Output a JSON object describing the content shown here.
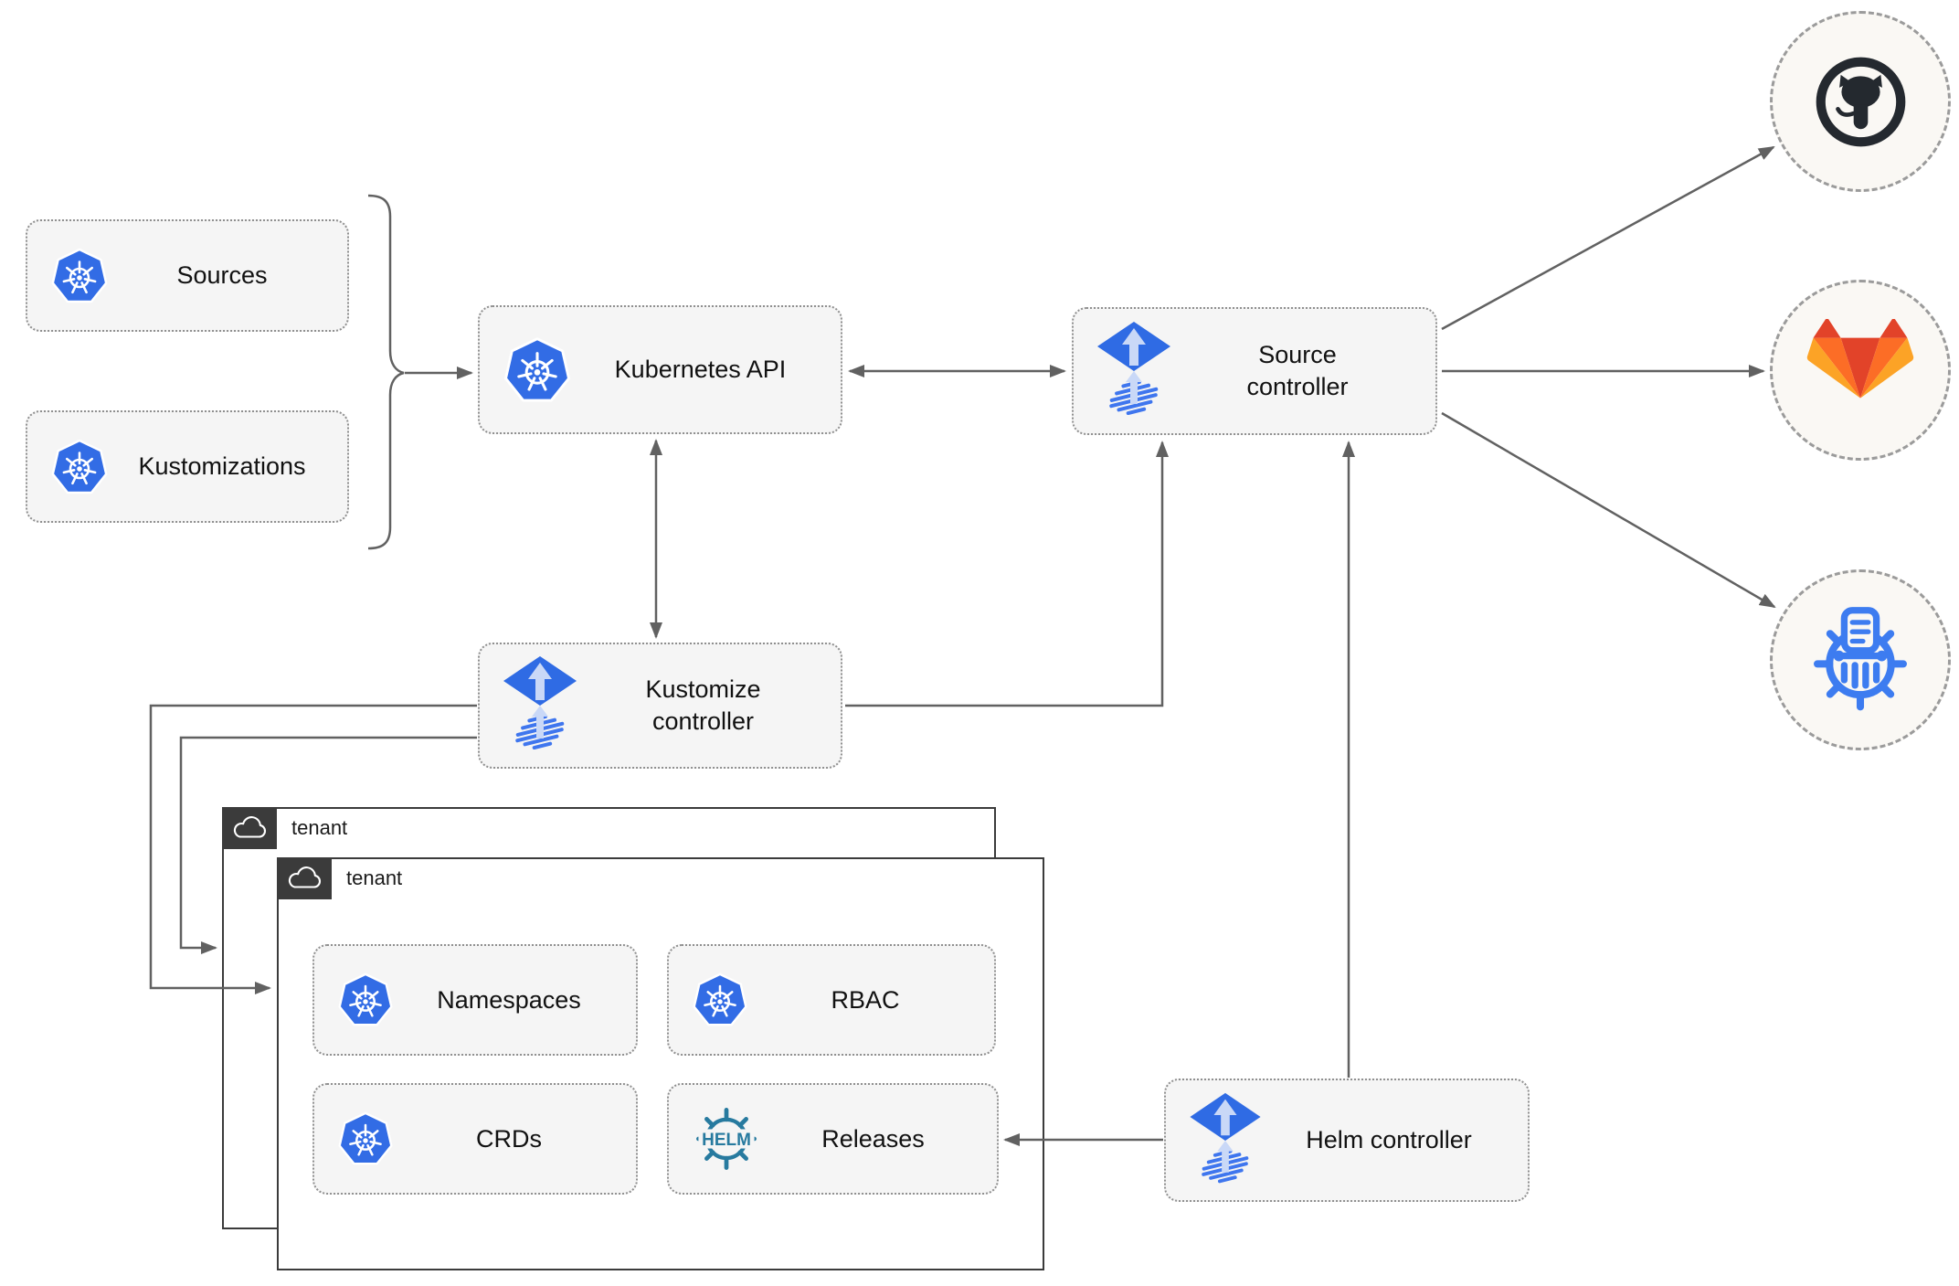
{
  "nodes": {
    "sources": "Sources",
    "kustomizations": "Kustomizations",
    "kubernetes_api": "Kubernetes API",
    "source_controller": "Source controller",
    "kustomize_controller": "Kustomize controller",
    "helm_controller": "Helm controller",
    "namespaces": "Namespaces",
    "rbac": "RBAC",
    "crds": "CRDs",
    "releases": "Releases"
  },
  "tenants": {
    "outer_label": "tenant",
    "inner_label": "tenant"
  },
  "icons": {
    "kubernetes": "kubernetes-wheel-icon",
    "flux": "flux-icon",
    "helm": "helm-wheel-icon",
    "helm_text": "HELM",
    "github": "github-icon",
    "gitlab": "gitlab-icon",
    "chartmuseum": "chartmuseum-icon",
    "cloud": "cloud-icon"
  },
  "colors": {
    "kubernetes_blue": "#326ce5",
    "flux_blue": "#2f6be4",
    "flux_arrow_light": "#c9d8f7",
    "flux_stripe_blue": "#3f76ee",
    "helm_teal": "#277a9f",
    "github_dark": "#24292f",
    "gitlab_red": "#e24329",
    "gitlab_orange": "#fc6d26",
    "gitlab_amber": "#fca326",
    "chartmuseum_blue": "#3d7cf0",
    "node_fill": "#f5f5f5",
    "node_border": "#8f8f8f",
    "tenant_tab": "#3b3b3b",
    "arrow_gray": "#616161",
    "circle_fill": "#faf8f4"
  },
  "edges": [
    {
      "from": "sources_and_kustomizations",
      "to": "kubernetes_api",
      "style": "arrow"
    },
    {
      "from": "kubernetes_api",
      "to": "source_controller",
      "style": "double-arrow"
    },
    {
      "from": "kubernetes_api",
      "to": "kustomize_controller",
      "style": "double-arrow"
    },
    {
      "from": "kustomize_controller",
      "to": "source_controller",
      "style": "arrow"
    },
    {
      "from": "helm_controller",
      "to": "source_controller",
      "style": "arrow"
    },
    {
      "from": "source_controller",
      "to": "github",
      "style": "arrow"
    },
    {
      "from": "source_controller",
      "to": "gitlab",
      "style": "arrow"
    },
    {
      "from": "source_controller",
      "to": "chartmuseum",
      "style": "arrow"
    },
    {
      "from": "kustomize_controller",
      "to": "tenant_inner",
      "style": "arrow"
    },
    {
      "from": "kustomize_controller",
      "to": "tenant_outer",
      "style": "arrow"
    },
    {
      "from": "helm_controller",
      "to": "releases",
      "style": "arrow"
    }
  ]
}
